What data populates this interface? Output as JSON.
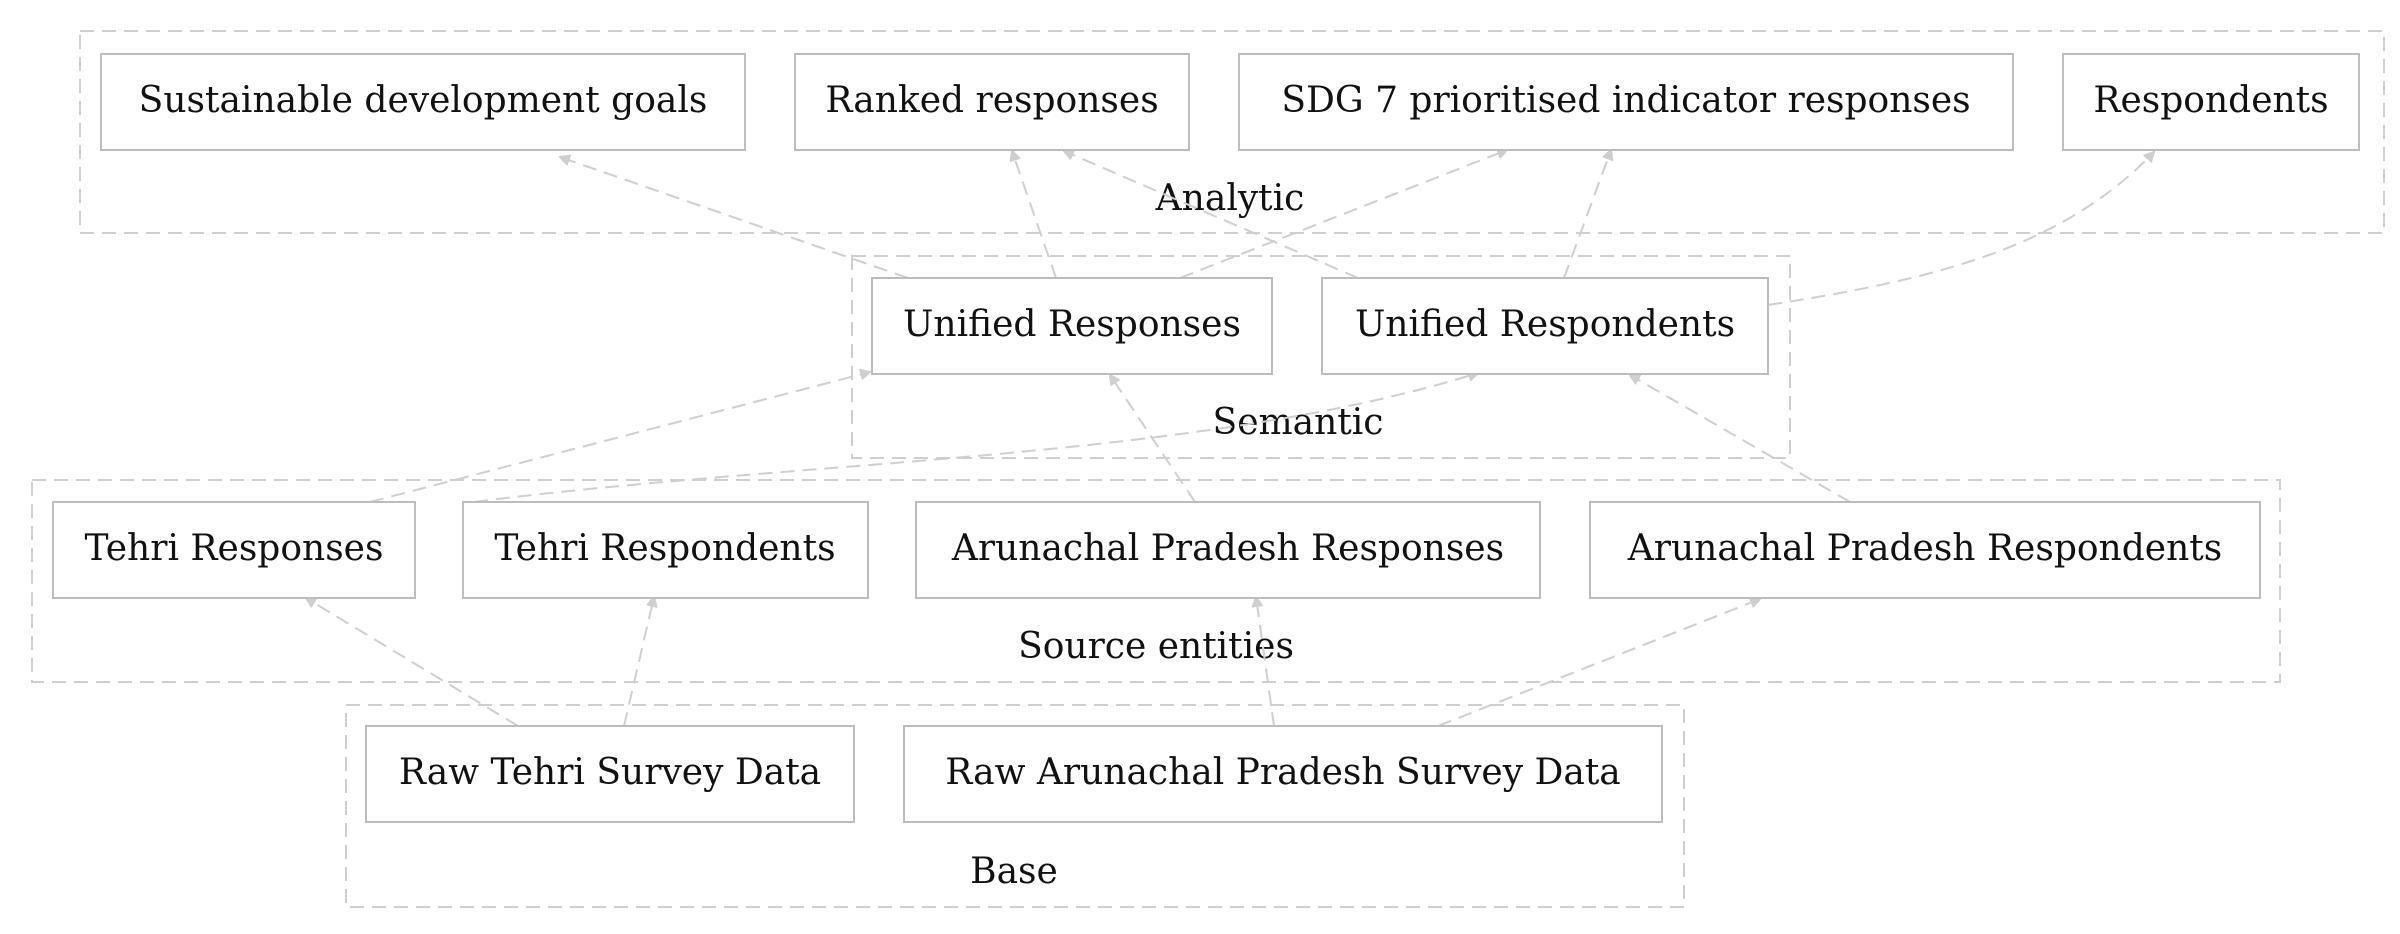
{
  "clusters": {
    "analytic": "Analytic",
    "semantic": "Semantic",
    "source": "Source entities",
    "base": "Base"
  },
  "nodes": {
    "sdg": "Sustainable development goals",
    "ranked": "Ranked responses",
    "sdg7": "SDG 7 prioritised indicator responses",
    "respondents": "Respondents",
    "unified_responses": "Unified Responses",
    "unified_respondents": "Unified Respondents",
    "tehri_responses": "Tehri Responses",
    "tehri_respondents": "Tehri Respondents",
    "ap_responses": "Arunachal Pradesh Responses",
    "ap_respondents": "Arunachal Pradesh Respondents",
    "raw_tehri": "Raw Tehri Survey Data",
    "raw_ap": "Raw Arunachal Pradesh Survey Data"
  },
  "edges": [
    {
      "from": "unified_responses",
      "to": "sdg"
    },
    {
      "from": "unified_responses",
      "to": "ranked"
    },
    {
      "from": "unified_responses",
      "to": "sdg7"
    },
    {
      "from": "unified_respondents",
      "to": "ranked"
    },
    {
      "from": "unified_respondents",
      "to": "sdg7"
    },
    {
      "from": "unified_respondents",
      "to": "respondents"
    },
    {
      "from": "tehri_responses",
      "to": "unified_responses"
    },
    {
      "from": "ap_responses",
      "to": "unified_responses"
    },
    {
      "from": "tehri_respondents",
      "to": "unified_respondents"
    },
    {
      "from": "ap_respondents",
      "to": "unified_respondents"
    },
    {
      "from": "raw_tehri",
      "to": "tehri_responses"
    },
    {
      "from": "raw_tehri",
      "to": "tehri_respondents"
    },
    {
      "from": "raw_ap",
      "to": "ap_responses"
    },
    {
      "from": "raw_ap",
      "to": "ap_respondents"
    }
  ]
}
